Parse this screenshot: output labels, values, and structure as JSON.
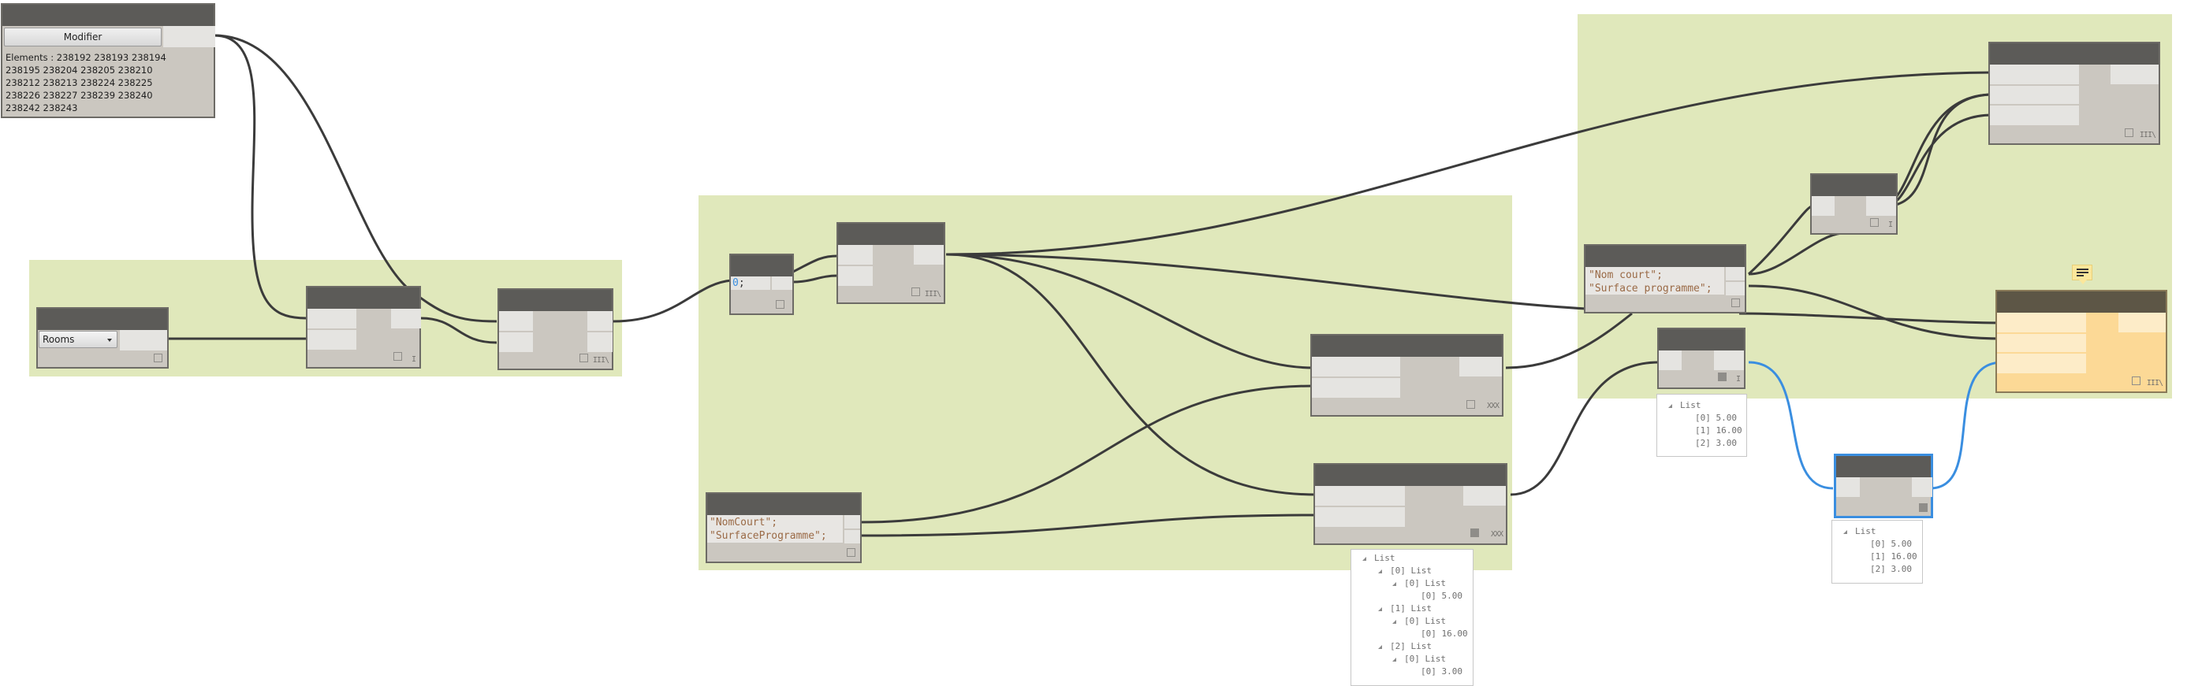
{
  "canvas": {
    "background": "#ffffff",
    "group_color": "#e0e8bb",
    "wire_color": "#3b3b3b",
    "selected_wire_color": "#3a8ee0",
    "warning_node_color": "#fcd996"
  },
  "nodes": {
    "modifier": {
      "button_label": "Modifier",
      "elements_text": "Elements : 238192 238193 238194\n238195 238204 238205 238210\n238212 238213 238224 238225\n238226 238227 238239 238240\n238242 238243"
    },
    "categories": {
      "selected_value": "Rooms"
    },
    "code_block_1": {
      "code_number": "0",
      "code_rest": ";"
    },
    "code_block_2": {
      "lines": [
        "\"NomCourt\";",
        "\"SurfaceProgramme\";"
      ]
    },
    "code_block_3": {
      "lines": [
        "\"Nom court\";",
        "\"Surface programme\";"
      ]
    }
  },
  "lacing_labels": {
    "single": "I",
    "cross": "III\\",
    "cross_product": "XXX"
  },
  "previews": {
    "nested": {
      "rows": [
        {
          "expand": true,
          "text": "List"
        },
        {
          "expand": true,
          "text": "[0] List"
        },
        {
          "expand": true,
          "text": "[0] List"
        },
        {
          "expand": false,
          "text": "[0] 5.00"
        },
        {
          "expand": true,
          "text": "[1] List"
        },
        {
          "expand": true,
          "text": "[0] List"
        },
        {
          "expand": false,
          "text": "[0] 16.00"
        },
        {
          "expand": true,
          "text": "[2] List"
        },
        {
          "expand": true,
          "text": "[0] List"
        },
        {
          "expand": false,
          "text": "[0] 3.00"
        }
      ]
    },
    "flat_1": {
      "rows": [
        {
          "expand": true,
          "text": "List"
        },
        {
          "expand": false,
          "text": "[0] 5.00"
        },
        {
          "expand": false,
          "text": "[1] 16.00"
        },
        {
          "expand": false,
          "text": "[2] 3.00"
        }
      ]
    },
    "flat_2": {
      "rows": [
        {
          "expand": true,
          "text": "List"
        },
        {
          "expand": false,
          "text": "[0] 5.00"
        },
        {
          "expand": false,
          "text": "[1] 16.00"
        },
        {
          "expand": false,
          "text": "[2] 3.00"
        }
      ]
    }
  }
}
